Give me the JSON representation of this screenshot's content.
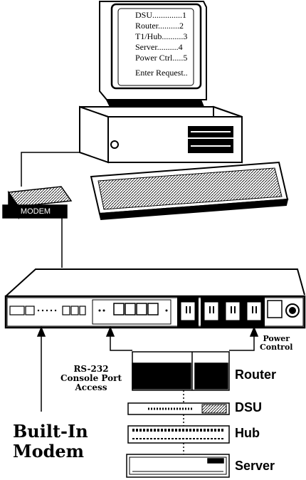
{
  "screen": {
    "menu_items": [
      "DSU..............1",
      "Router..........2",
      "T1/Hub..........3",
      "Server..........4",
      "Power Ctrl.....5"
    ],
    "prompt": "Enter Request.."
  },
  "modem_label": "MODEM",
  "labels": {
    "power_control": "Power\nControl",
    "rs232": "RS-232\nConsole Port\nAccess",
    "builtin_modem": "Built-In\nModem"
  },
  "devices": {
    "router": "Router",
    "dsu": "DSU",
    "hub": "Hub",
    "server": "Server"
  }
}
